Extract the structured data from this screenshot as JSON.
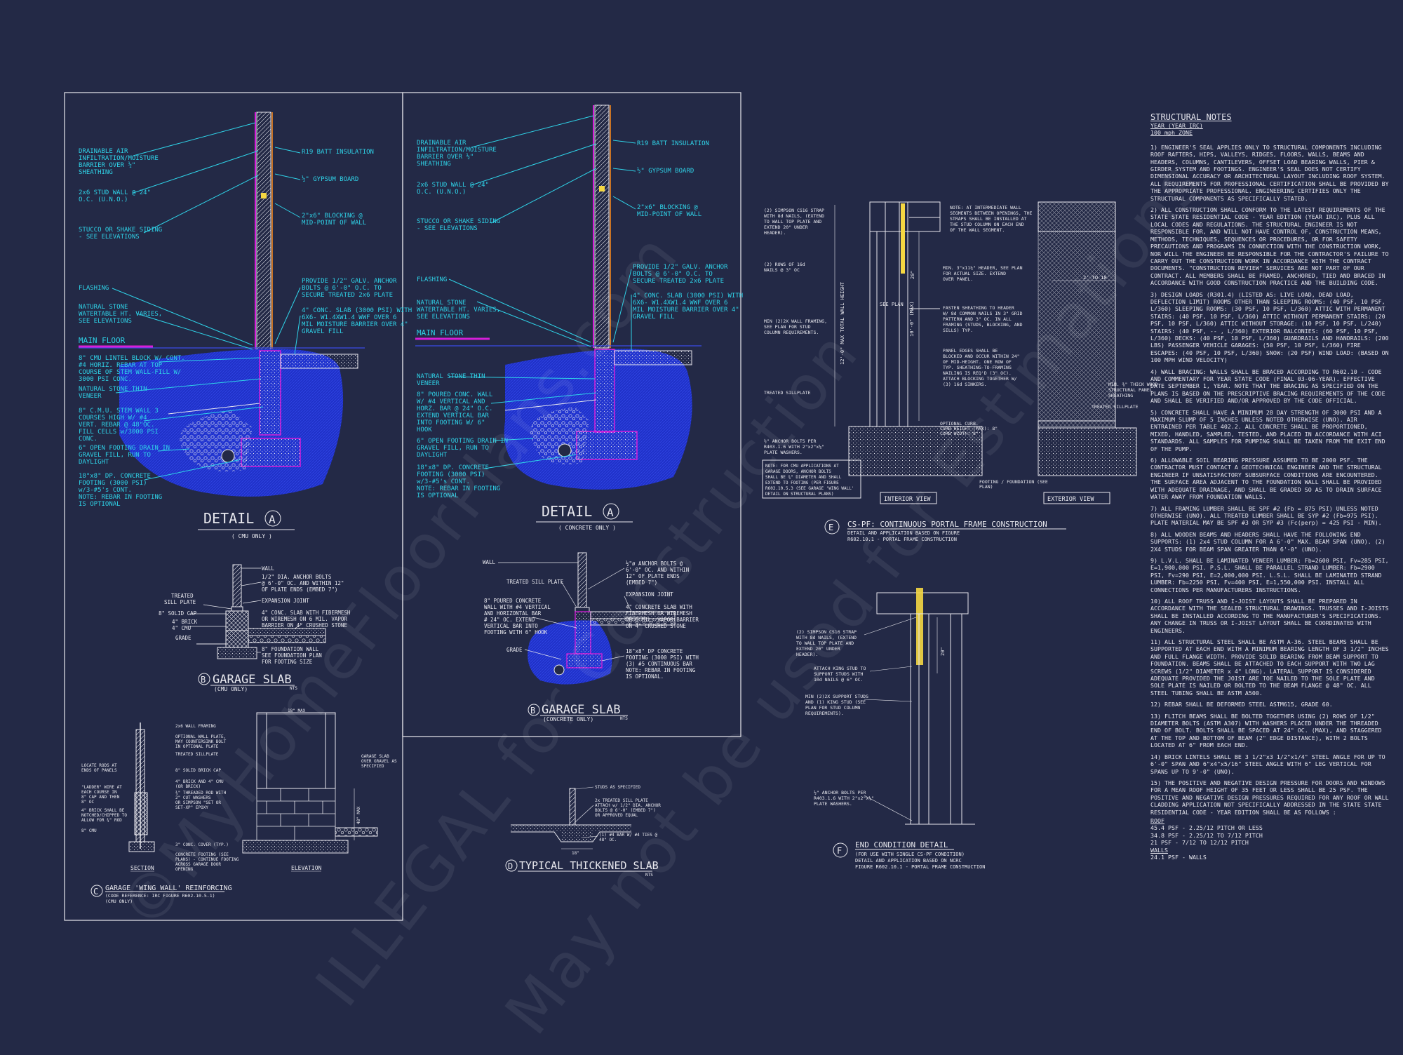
{
  "detail_cmu": {
    "labels": {
      "drainable": [
        "DRAINABLE AIR",
        "INFILTRATION/MOISTURE",
        "BARRIER OVER ½\"",
        "SHEATHING"
      ],
      "stud": [
        "2x6 STUD WALL @ 24\"",
        "O.C. (U.N.O.)"
      ],
      "stucco": [
        "STUCCO OR SHAKE SIDING",
        "- SEE ELEVATIONS"
      ],
      "flashing": "FLASHING",
      "stone": [
        "NATURAL STONE",
        "WATERTABLE HT. VARIES,",
        "SEE ELEVATIONS"
      ],
      "main_floor": "MAIN FLOOR",
      "lintel": [
        "8\" CMU LINTEL BLOCK W/ CONT.",
        "#4 HORIZ. REBAR AT TOP",
        "COURSE OF STEM WALL-FILL W/",
        "3000 PSI CONC."
      ],
      "veneer": [
        "NATURAL STONE THIN",
        "VENEER"
      ],
      "cmu": [
        "8\" C.M.U. STEM WALL 3",
        "COURSES HIGH W/ #4",
        "VERT. REBAR @ 48\"OC.",
        "FILL CELLS w/3000 PSI",
        "CONC."
      ],
      "drain": [
        "6\" OPEN FOOTING DRAIN IN",
        "GRAVEL FILL, RUN TO",
        "DAYLIGHT"
      ],
      "footing": [
        "18\"x8\" DP. CONCRETE",
        "FOOTING (3000 PSI)",
        "w/3-#5's CONT.",
        "NOTE: REBAR IN FOOTING",
        "IS OPTIONAL"
      ],
      "r19": "R19 BATT INSULATION",
      "gypsum": "½\" GYPSUM BOARD",
      "blocking": [
        "2\"x6\" BLOCKING @",
        "MID-POINT OF WALL"
      ],
      "anchor": [
        "PROVIDE 1/2\" GALV. ANCHOR",
        "BOLTS @ 6'-0\" O.C. TO",
        "SECURE TREATED 2x6 PLATE"
      ],
      "slab": [
        "4\" CONC. SLAB (3000 PSI) WITH",
        "6X6- W1.4XW1.4 WWF OVER 6",
        "MIL MOISTURE BARRIER OVER 4\"",
        "GRAVEL FILL"
      ]
    },
    "title": "DETAIL",
    "letter": "A",
    "subtitle": "( CMU ONLY )"
  },
  "detail_concrete": {
    "labels": {
      "drainable": [
        "DRAINABLE AIR",
        "INFILTRATION/MOISTURE",
        "BARRIER OVER ½\"",
        "SHEATHING"
      ],
      "stud": [
        "2x6 STUD WALL @ 24\"",
        "O.C. (U.N.O.)"
      ],
      "stucco": [
        "STUCCO OR SHAKE SIDING",
        "- SEE ELEVATIONS"
      ],
      "flashing": "FLASHING",
      "stone": [
        "NATURAL STONE",
        "WATERTABLE HT. VARIES,",
        "SEE ELEVATIONS"
      ],
      "main_floor": "MAIN FLOOR",
      "veneer": [
        "NATURAL STONE THIN",
        "VENEER"
      ],
      "poured": [
        "8\" POURED CONC. WALL",
        "W/ #4 VERTICAL AND",
        "HORZ. BAR @ 24\" O.C.",
        "EXTEND VERTICAL BAR",
        "INTO FOOTING W/ 6\"",
        "HOOK"
      ],
      "drain": [
        "6\" OPEN FOOTING DRAIN IN",
        "GRAVEL FILL, RUN TO",
        "DAYLIGHT"
      ],
      "footing": [
        "18\"x8\" DP. CONCRETE",
        "FOOTING (3000 PSI)",
        "w/3-#5's CONT.",
        "NOTE: REBAR IN FOOTING",
        "IS OPTIONAL"
      ],
      "r19": "R19 BATT INSULATION",
      "gypsum": "½\" GYPSUM BOARD",
      "blocking": [
        "2\"x6\" BLOCKING @",
        "MID-POINT OF WALL"
      ],
      "anchor": [
        "PROVIDE 1/2\" GALV. ANCHOR",
        "BOLTS @ 6'-0\" O.C. TO",
        "SECURE TREATED 2x6 PLATE"
      ],
      "slab": [
        "4\" CONC. SLAB (3000 PSI) WITH",
        "6X6- W1.4XW1.4 WWF OVER 6",
        "MIL MOISTURE BARRIER OVER 4\"",
        "GRAVEL FILL"
      ]
    },
    "title": "DETAIL",
    "letter": "A",
    "subtitle": "( CONCRETE ONLY )"
  },
  "garage_cmu": {
    "letter": "B",
    "title": "GARAGE SLAB",
    "subtitle": "(CMU ONLY)",
    "nts": "NTS",
    "labels": [
      "WALL",
      "1/2\" DIA. ANCHOR BOLTS",
      "@ 6'-0\" OC. AND WITHIN 12\"",
      "OF PLATE ENDS (EMBED 7\")",
      "TREATED",
      "SILL PLATE",
      "8\" SOLID CAP",
      "4\" BRICK",
      "4\" CMU",
      "GRADE",
      "EXPANSION JOINT",
      "4\" CONC. SLAB WITH FIBERMESH",
      "OR WIREMESH ON 6 MIL. VAPOR",
      "BARRIER ON 4\" CRUSHED STONE",
      "8\" FOUNDATION WALL",
      "SEE FOUNDATION PLAN",
      "FOR FOOTING SIZE"
    ]
  },
  "garage_conc": {
    "letter": "B",
    "title": "GARAGE SLAB",
    "subtitle": "(CONCRETE ONLY)",
    "nts": "NTS",
    "labels": [
      "WALL",
      "TREATED SILL PLATE",
      "8\" POURED CONCRETE",
      "WALL WITH #4 VERTICAL",
      "AND HORIZONTAL BAR",
      "# 24\" OC. EXTEND",
      "VERTICAL BAR INTO",
      "FOOTING WITH 6\" HOOK",
      "GRADE",
      "½\"ø ANCHOR BOLTS @",
      "6'-0\" OC. AND WITHIN",
      "12\" OF PLATE ENDS",
      "(EMBED 7\")",
      "EXPANSION JOINT",
      "4\" CONCRETE SLAB WITH",
      "FIBERMESH OR WIREMESH",
      "OR 6 MIL. VAPOR BARRIER",
      "ON 4\" CRUSHED STONE",
      "18\"x8\" DP CONCRETE",
      "FOOTING (3000 PSI) WITH",
      "(3) #5 CONTINUOUS BAR",
      "NOTE: REBAR IN FOOTING",
      "IS OPTIONAL."
    ]
  },
  "wing_wall": {
    "letter": "C",
    "title": "GARAGE 'WING WALL' REINFORCING",
    "subtitle": "(CODE REFERENCE: IRC FIGURE R602.10.5.1)",
    "subtitle2": "(CMU ONLY)",
    "section": "SECTION",
    "elevation": "ELEVATION",
    "dim_top": "18\" MAX",
    "dim_side": "48\" MAX",
    "labels": [
      "2x6 WALL FRAMING",
      "OPTIONAL WALL PLATE,",
      "MAY COUNTERSINK BOLT",
      "IN OPTIONAL PLATE",
      "TREATED SILLPLATE",
      "8\" SOLID BRICK CAP",
      "4\" BRICK AND 4\" CMU",
      "(OR BRICK)",
      "¾\" THREADED ROD WITH",
      "2\" CUT WASHERS",
      "OR SIMPSON \"SET OR",
      "SET-XP\" EPOXY",
      "LOCATE RODS AT",
      "ENDS OF PANELS",
      "\"LADDER\" WIRE AT",
      "EACH COURSE IN",
      "8\" CAP AND THEN",
      "8\" OC",
      "4\" BRICK SHALL BE",
      "NOTCHED/CHIPPED TO",
      "ALLOW FOR ¾\" ROD",
      "8\" CMU",
      "3\" CONC. COVER (TYP.)",
      "CONCRETE FOOTING (SEE",
      "PLANS) - CONTINUE FOOTING",
      "ACROSS GARAGE DOOR",
      "OPENING",
      "GARAGE SLAB",
      "OVER GRAVEL AS",
      "SPECIFIED"
    ]
  },
  "thick_slab": {
    "letter": "D",
    "title": "TYPICAL THICKENED SLAB",
    "nts": "NTS",
    "labels": [
      "STUDS AS SPECIFIED",
      "2x TREATED SILL PLATE",
      "ATTACH w/ 1/2\" DIA. ANCHOR",
      "BOLTS @ 6'-0\" (EMBED 7\")",
      "OR APPROVED EQUAL",
      "(1) #4 BAR W/ #4 TIES @",
      "48\" OC."
    ],
    "dim": "18\""
  },
  "portal": {
    "letter": "E",
    "title": "CS-PF: CONTINUOUS PORTAL FRAME CONSTRUCTION",
    "subtitle": "DETAIL AND APPLICATION BASED ON FIGURE",
    "subtitle2": "R602.10.1 - PORTAL FRAME CONSTRUCTION",
    "interior": "INTERIOR VIEW",
    "exterior": "EXTERIOR VIEW",
    "labels_left": [
      "(2) SIMPSON CS16 STRAP",
      "WITH 8d NAILS, (EXTEND",
      "TO WALL TOP PLATE AND",
      "EXTEND 20\" UNDER",
      "HEADER).",
      "(2) ROWS OF 16d",
      "NAILS @ 3\" OC",
      "MIN (2)2X WALL FRAMING,",
      "SEE PLAN FOR STUD",
      "COLUMN REQUIREMENTS.",
      "TREATED SILLPLATE",
      "½\" ANCHOR BOLTS PER",
      "R403.1.6 WITH 2\"x2\"x¼\"",
      "PLATE WASHERS."
    ],
    "note_box": [
      "NOTE: FOR CMU APPLICATIONS AT",
      "GARAGE DOORS, ANCHOR BOLTS",
      "SHALL BE ¾\" DIAMETER AND SHALL",
      "EXTEND TO FOOTING (PER FIGURE",
      "R602.10.5.3 (SEE GARAGE 'WING WALL'",
      "DETAIL ON STRUCTURAL PLANS)"
    ],
    "labels_mid": [
      "NOTE: AT INTERMEDIATE WALL",
      "SEGMENTS BETWEEN OPENINGS, THE",
      "STRAPS SHALL BE INSTALLED AT",
      "THE STUD COLUMN ON EACH END",
      "OF THE WALL SEGMENT.",
      "MIN. 3\"x11¼\" HEADER, SEE PLAN",
      "FOR ACTUAL SIZE. EXTEND",
      "OVER PANEL.",
      "FASTEN SHEATHING TO HEADER",
      "W/ 8d COMMON NAILS IN 3\" GRID",
      "PATTERN AND 3\" OC. IN ALL",
      "FRAMING (STUDS, BLOCKING, AND",
      "SILLS) TYP.",
      "PANEL EDGES SHALL BE",
      "BLOCKED AND OCCUR WITHIN 24\"",
      "OF MID-HEIGHT. ONE ROW OF",
      "TYP. SHEATHING-TO-FRAMING",
      "NAILING IS REQ'D (3\" OC).",
      "ATTACH BLOCKING TOGETHER W/",
      "(3) 16d SINKERS.",
      "OPTIONAL CURB.",
      "CURB HEIGHT (MAX): 8\"",
      "CURB WIDTH: 8\"",
      "FOOTING / FOUNDATION (SEE",
      "PLAN)"
    ],
    "labels_right": [
      "MIN. ⅜\" THICK WOOD",
      "STRUCTURAL PANEL",
      "SHEATHING",
      "TREATED SILLPLATE"
    ],
    "dims": [
      "12'-0\" MAX TOTAL WALL HEIGHT",
      "10'-0\" (MAX)",
      "SEE PLAN",
      "20\"",
      "2' TO 18'"
    ]
  },
  "end_cond": {
    "letter": "F",
    "title": "END CONDITION DETAIL",
    "subtitle": "(FOR USE WITH SINGLE CS-PF CONDITION)",
    "subtitle2": "DETAIL AND APPLICATION BASED ON NCRC",
    "subtitle3": "FIGURE R602.10.1 - PORTAL FRAME CONSTRUCTION",
    "labels": [
      "(2) SIMPSON CS16 STRAP",
      "WITH 8d NAILS, (EXTEND",
      "TO WALL TOP PLATE AND",
      "EXTEND 20\" UNDER",
      "HEADER).",
      "ATTACH KING STUD TO",
      "SUPPORT STUDS WITH",
      "10d NAILS @ 6\" OC.",
      "MIN (2)2X SUPPORT STUDS",
      "AND (1) KING STUD (SEE",
      "PLAN FOR STUD COLUMN",
      "REQUIREMENTS).",
      "½\" ANCHOR BOLTS PER",
      "R403.1.6 WITH 2\"x2\"x¼\"",
      "PLATE WASHERS."
    ],
    "dim": "20\""
  },
  "notes": {
    "title": "STRUCTURAL NOTES",
    "code": "YEAR (YEAR IRC)",
    "wind": "100 mph ZONE",
    "paragraphs": [
      "1) ENGINEER'S SEAL APPLIES ONLY TO STRUCTURAL COMPONENTS INCLUDING ROOF RAFTERS, HIPS, VALLEYS, RIDGES, FLOORS, WALLS, BEAMS AND HEADERS, COLUMNS, CANTILEVERS, OFFSET LOAD BEARING WALLS, PIER & GIRDER SYSTEM AND FOOTINGS. ENGINEER'S SEAL DOES NOT CERTIFY DIMENSIONAL ACCURACY OR ARCHITECTURAL LAYOUT INCLUDING ROOF SYSTEM. ALL REQUIREMENTS FOR PROFESSIONAL CERTIFICATION SHALL BE PROVIDED BY THE APPROPRIATE PROFESSIONAL. ENGINEERING CERTIFIES ONLY THE STRUCTURAL COMPONENTS AS SPECIFICALLY STATED.",
      "2) ALL CONSTRUCTION SHALL CONFORM TO THE LATEST REQUIREMENTS OF THE STATE STATE RESIDENTIAL CODE - YEAR EDITION (YEAR IRC), PLUS ALL LOCAL CODES AND REGULATIONS. THE STRUCTURAL ENGINEER IS NOT RESPONSIBLE FOR, AND WILL NOT HAVE CONTROL OF, CONSTRUCTION MEANS, METHODS, TECHNIQUES, SEQUENCES OR PROCEDURES, OR FOR SAFETY PRECAUTIONS AND PROGRAMS IN CONNECTION WITH THE CONSTRUCTION WORK, NOR WILL THE ENGINEER BE RESPONSIBLE FOR THE CONTRACTOR'S FAILURE TO CARRY OUT THE CONSTRUCTION WORK IN ACCORDANCE WITH THE CONTRACT DOCUMENTS. \"CONSTRUCTION REVIEW\" SERVICES ARE NOT PART OF OUR CONTRACT. ALL MEMBERS SHALL BE FRAMED, ANCHORED, TIED AND BRACED IN ACCORDANCE WITH GOOD CONSTRUCTION PRACTICE AND THE BUILDING CODE.",
      "3) DESIGN LOADS (R301.4) (LISTED AS: LIVE LOAD, DEAD LOAD, DEFLECTION LIMIT) ROOMS OTHER THAN SLEEPING ROOMS: (40 PSF, 10 PSF, L/360) SLEEPING ROOMS: (30 PSF, 10 PSF, L/360) ATTIC WITH PERMANENT STAIRS: (40 PSF, 10 PSF, L/360) ATTIC WITHOUT PERMANENT STAIRS: (20 PSF, 10 PSF, L/360) ATTIC WITHOUT STORAGE: (10 PSF, 10 PSF, L/240) STAIRS: (40 PSF, -- , L/360) EXTERIOR BALCONIES: (60 PSF, 10 PSF, L/360) DECKS: (40 PSF, 10 PSF, L/360) GUARDRAILS AND HANDRAILS: (200 LBS) PASSENGER VEHICLE GARAGES: (50 PSF, 10 PSF, L/360) FIRE ESCAPES: (40 PSF, 10 PSF, L/360) SNOW: (20 PSF) WIND LOAD: (BASED ON 100 MPH WIND VELOCITY)",
      "4) WALL BRACING: WALLS SHALL BE BRACED ACCORDING TO R602.10 - CODE AND COMMENTARY FOR YEAR STATE CODE (FINAL 03-06-YEAR). EFFECTIVE DATE SEPTEMBER 1, YEAR. NOTE THAT THE BRACING AS SPECIFIED ON THE PLANS IS BASED ON THE PRESCRIPTIVE BRACING REQUIREMENTS OF THE CODE AND SHALL BE VERIFIED AND/OR APPROVED BY THE CODE OFFICIAL.",
      "5) CONCRETE SHALL HAVE A MINIMUM 28 DAY STRENGTH OF 3000 PSI AND A MAXIMUM SLUMP OF 5 INCHES UNLESS NOTED OTHERWISE (UNO). AIR ENTRAINED PER TABLE 402.2. ALL CONCRETE SHALL BE PROPORTIONED, MIXED, HANDLED, SAMPLED, TESTED, AND PLACED IN ACCORDANCE WITH ACI STANDARDS. ALL SAMPLES FOR PUMPING SHALL BE TAKEN FROM THE EXIT END OF THE PUMP.",
      "6) ALLOWABLE SOIL BEARING PRESSURE ASSUMED TO BE 2000 PSF. THE CONTRACTOR MUST CONTACT A GEOTECHNICAL ENGINEER AND THE STRUCTURAL ENGINEER IF UNSATISFACTORY SUBSURFACE CONDITIONS ARE ENCOUNTERED. THE SURFACE AREA ADJACENT TO THE FOUNDATION WALL SHALL BE PROVIDED WITH ADEQUATE DRAINAGE, AND SHALL BE GRADED SO AS TO DRAIN SURFACE WATER AWAY FROM FOUNDATION WALLS.",
      "7) ALL FRAMING LUMBER SHALL BE SPF #2 (Fb = 875 PSI) UNLESS NOTED OTHERWISE (UNO). ALL TREATED LUMBER SHALL BE SYP #2 (Fb=975 PSI). PLATE MATERIAL MAY BE SPF #3 OR SYP #3 (Fc(perp) = 425 PSI - MIN).",
      "8) ALL WOODEN BEAMS AND HEADERS SHALL HAVE THE FOLLOWING END SUPPORTS: (1) 2x4 STUD COLUMN FOR A 6'-0\" MAX. BEAM SPAN (UNO). (2) 2X4 STUDS FOR BEAM SPAN GREATER THAN 6'-0\" (UNO).",
      "9) L.V.L. SHALL BE LAMINATED VENEER LUMBER: Fb=2600 PSI, Fv=285 PSI, E=1,900,000 PSI. P.S.L. SHALL BE PARALLEL STRAND LUMBER: Fb=2900 PSI, Fv=290 PSI, E=2,000,000 PSI. L.S.L. SHALL BE LAMINATED STRAND LUMBER: Fb=2250 PSI, Fv=400 PSI, E=1,550,000 PSI. INSTALL ALL CONNECTIONS PER MANUFACTURERS INSTRUCTIONS.",
      "10) ALL ROOF TRUSS AND I-JOIST LAYOUTS SHALL BE PREPARED IN ACCORDANCE WITH THE SEALED STRUCTURAL DRAWINGS. TRUSSES AND I-JOISTS SHALL BE INSTALLED ACCORDING TO THE MANUFACTURER'S SPECIFICATIONS. ANY CHANGE IN TRUSS OR I-JOIST LAYOUT SHALL BE COORDINATED WITH ENGINEERS.",
      "11) ALL STRUCTURAL STEEL SHALL BE ASTM A-36. STEEL BEAMS SHALL BE SUPPORTED AT EACH END WITH A MINIMUM BEARING LENGTH OF 3 1/2\" INCHES AND FULL FLANGE WIDTH. PROVIDE SOLID BEARING FROM BEAM SUPPORT TO FOUNDATION. BEAMS SHALL BE ATTACHED TO EACH SUPPORT WITH TWO LAG SCREWS (1/2\" DIAMETER x 4\" LONG). LATERAL SUPPORT IS CONSIDERED ADEQUATE PROVIDED THE JOIST ARE TOE NAILED TO THE SOLE PLATE AND SOLE PLATE IS NAILED OR BOLTED TO THE BEAM FLANGE @ 48\" OC. ALL STEEL TUBING SHALL BE ASTM A500.",
      "12) REBAR SHALL BE DEFORMED STEEL ASTM615, GRADE 60.",
      "13) FLITCH BEAMS SHALL BE BOLTED TOGETHER USING (2) ROWS OF 1/2\" DIAMETER BOLTS (ASTM A307) WITH WASHERS PLACED UNDER THE THREADED END OF BOLT. BOLTS SHALL BE SPACED AT 24\" OC. (MAX), AND STAGGERED AT THE TOP AND BOTTOM OF BEAM (2\" EDGE DISTANCE), WITH 2 BOLTS LOCATED AT 6\" FROM EACH END.",
      "14) BRICK LINTELS SHALL BE 3 1/2\"x3 1/2\"x1/4\" STEEL ANGLE FOR UP TO 6'-0\" SPAN AND 6\"x4\"x5/16\" STEEL ANGLE WITH 6\" LEG VERTICAL FOR SPANS UP TO 9'-0\" (UNO).",
      "15) THE POSITIVE AND NEGATIVE DESIGN PRESSURE FOR DOORS AND WINDOWS FOR A MEAN ROOF HEIGHT OF 35 FEET OR LESS SHALL BE 25 PSF. THE POSITIVE AND NEGATIVE DESIGN PRESSURES REQUIRED FOR ANY ROOF OR WALL CLADDING APPLICATION NOT SPECIFICALLY ADDRESSED IN THE STATE STATE RESIDENTIAL CODE - YEAR EDITION SHALL BE AS FOLLOWS :"
    ],
    "roof_label": "ROOF",
    "roof": [
      "45.4 PSF - 2.25/12 PITCH OR LESS",
      "34.8 PSF - 2.25/12 TO 7/12 PITCH",
      "21 PSF - 7/12 TO 12/12 PITCH"
    ],
    "walls_label": "WALLS",
    "walls": [
      "24.1 PSF - WALLS"
    ]
  },
  "watermark": [
    "©MyHomeFloorPlans.com",
    "ILLEGAL for Construction",
    "May not be used for Estimations"
  ],
  "colors": {
    "background": "#232946",
    "accent_cyan": "#2fd3e8",
    "soil_blue": "#1f31c8",
    "magenta": "#d61ed9",
    "line_white": "#e8e8ee"
  }
}
